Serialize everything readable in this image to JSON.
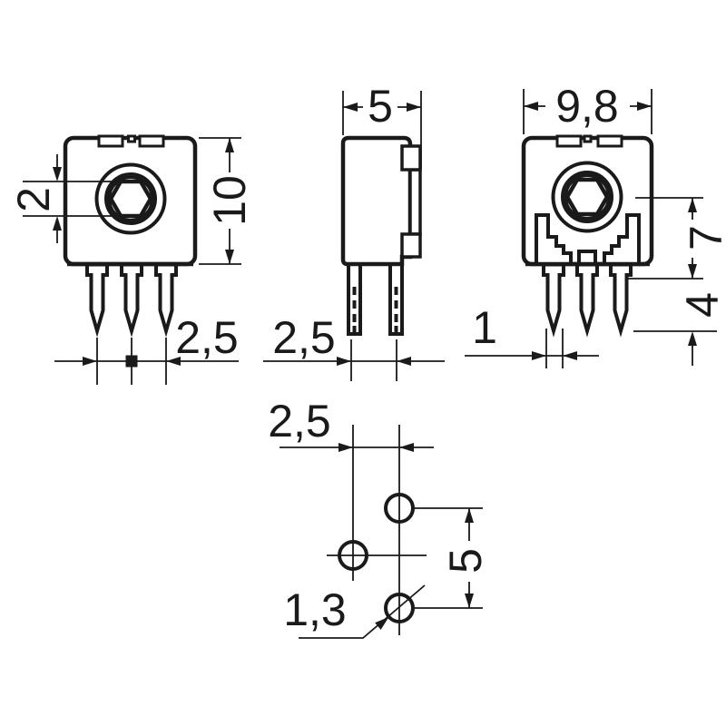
{
  "drawing": {
    "type": "technical-dimension-drawing",
    "line_color": "#1a1a1a",
    "background": "#ffffff",
    "front_view": {
      "hex_across_flats": "2",
      "body_height": "10",
      "pin_pitch": "2,5"
    },
    "side_view": {
      "body_depth": "5",
      "pin_row_pitch": "2,5"
    },
    "rear_view": {
      "body_width": "9,8",
      "center_to_seat": "7",
      "pin_protrusion": "4",
      "pin_width": "1"
    },
    "footprint_view": {
      "hole_pitch_x": "2,5",
      "hole_pitch_y": "5",
      "hole_diameter": "1,3"
    }
  }
}
